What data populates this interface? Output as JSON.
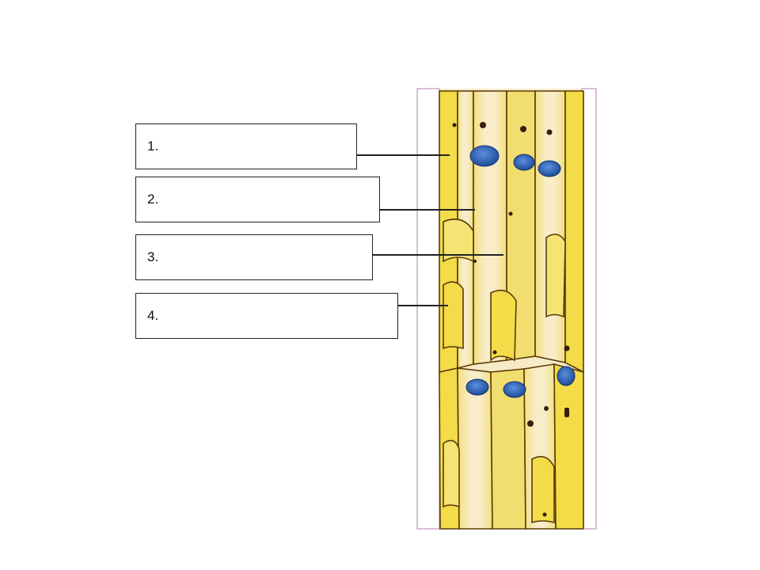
{
  "labels": [
    {
      "number": "1."
    },
    {
      "number": "2."
    },
    {
      "number": "3."
    },
    {
      "number": "4."
    }
  ],
  "colors": {
    "cell_wall": "#5a3a0a",
    "cytoplasm_yellow": "#f4e04a",
    "cell_interior": "#f6e3b8",
    "nucleus": "#2b5fb3",
    "leader_line": "#222222"
  }
}
